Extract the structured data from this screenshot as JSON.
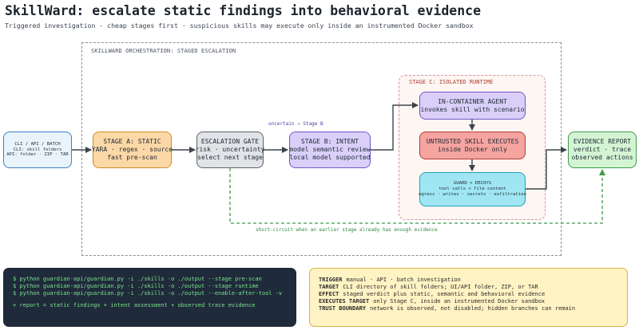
{
  "title": "SkillWard: escalate static findings into behavioral evidence",
  "subtitle": "Triggered investigation · cheap stages first · suspicious skills may execute only inside an instrumented Docker sandbox",
  "orchestration_label": "SKILLWARD ORCHESTRATION: STAGED ESCALATION",
  "stage_c_label": "STAGE C: ISOLATED RUNTIME",
  "nodes": {
    "cli": [
      "CLI / API / BATCH",
      "CLI: skill folders",
      "API: folder · ZIP · TAR"
    ],
    "stage_a": [
      "STAGE A: STATIC",
      "YARA · regex · source",
      "fast pre-scan"
    ],
    "gate": [
      "ESCALATION GATE",
      "risk · uncertainty",
      "select next stage"
    ],
    "stage_b": [
      "STAGE B: INTENT",
      "model semantic review",
      "local model supported"
    ],
    "agent": [
      "IN-CONTAINER AGENT",
      "invokes skill with scenario"
    ],
    "untrusted": [
      "UNTRUSTED SKILL EXECUTES",
      "inside Docker only"
    ],
    "guard": [
      "GUARD + DECOYS",
      "tool calls + file content",
      "egress · writes · secrets · exfiltration"
    ],
    "report": [
      "EVIDENCE REPORT",
      "verdict · trace",
      "observed actions"
    ]
  },
  "edge_labels": {
    "uncertain": "uncertain → Stage B",
    "short_circuit": "short-circuit when an earlier stage already has enough evidence"
  },
  "code_lines": [
    "$ python guardian-api/guardian.py -i ./skills -o ./output --stage pre-scan",
    "$ python guardian-api/guardian.py -i ./skills -o ./output --stage runtime",
    "$ python guardian-api/guardian.py -i ./skills -o ./output --enable-after-tool -v",
    "+ report = static findings + intent assessment + observed trace evidence"
  ],
  "notes": [
    {
      "key": "TRIGGER",
      "value": "manual · API · batch investigation"
    },
    {
      "key": "TARGET",
      "value": "CLI directory of skill folders; UI/API folder, ZIP, or TAR"
    },
    {
      "key": "EFFECT",
      "value": "staged verdict plus static, semantic and behavioral evidence"
    },
    {
      "key": "EXECUTES TARGET",
      "value": "only Stage C, inside an instrumented Docker sandbox"
    },
    {
      "key": "TRUST BOUNDARY",
      "value": "network is observed, not disabled; hidden branches can remain"
    }
  ],
  "colors": {
    "edge": "#3d434b",
    "short_circuit": "#3f9a4c",
    "stage_c_border": "#d59a92"
  }
}
